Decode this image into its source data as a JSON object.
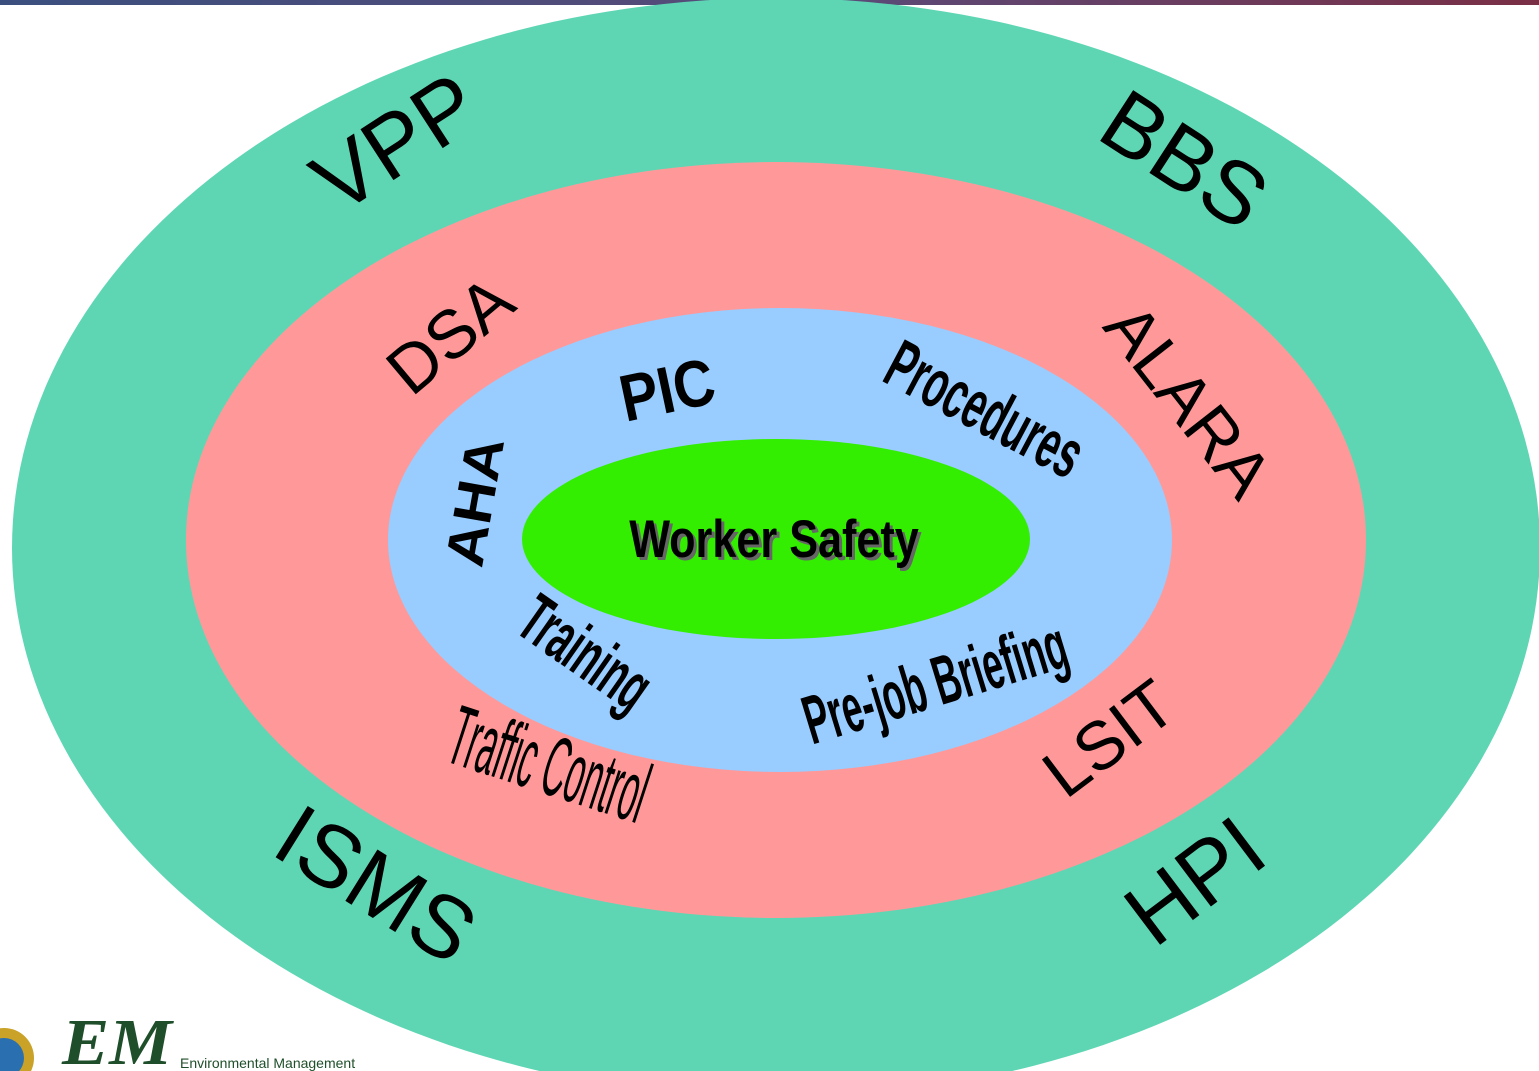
{
  "colors": {
    "outer_ring": "#5ED6B4",
    "middle_ring": "#FF9999",
    "inner_ring": "#99CCFF",
    "core": "#33EE00"
  },
  "outer_ring": {
    "top_left": "VPP",
    "top_right": "BBS",
    "bottom_left": "ISMS",
    "bottom_right": "HPI"
  },
  "middle_ring": {
    "top_left": "DSA",
    "top_right": "ALARA",
    "bottom_left": "Traffic Control",
    "bottom_right": "LSIT"
  },
  "inner_ring": {
    "left": "AHA",
    "top": "PIC",
    "top_right": "Procedures",
    "bottom_left": "Training",
    "bottom_right": "Pre-job Briefing"
  },
  "core": {
    "label": "Worker Safety"
  },
  "logo": {
    "letters": "EM",
    "subtitle": "Environmental Management"
  }
}
